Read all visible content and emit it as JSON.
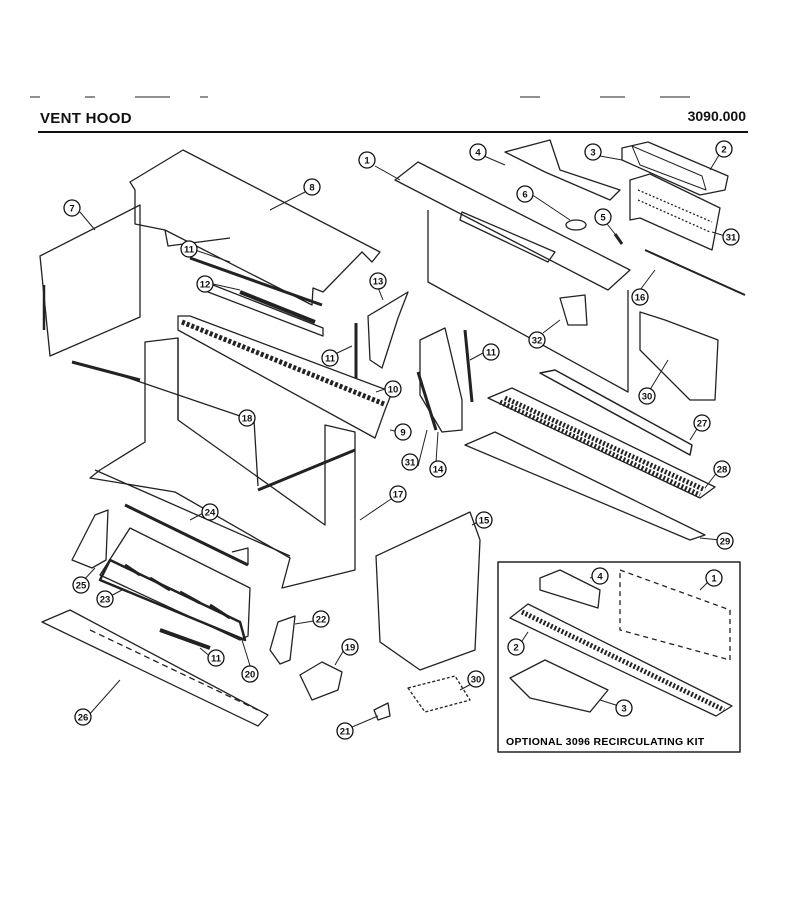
{
  "header": {
    "title": "VENT HOOD",
    "model": "3090.000"
  },
  "kit": {
    "label": "OPTIONAL 3096 RECIRCULATING KIT"
  },
  "callouts": [
    {
      "label": "7"
    },
    {
      "label": "8"
    },
    {
      "label": "1"
    },
    {
      "label": "4"
    },
    {
      "label": "3"
    },
    {
      "label": "2"
    },
    {
      "label": "6"
    },
    {
      "label": "5"
    },
    {
      "label": "31"
    },
    {
      "label": "11"
    },
    {
      "label": "12"
    },
    {
      "label": "13"
    },
    {
      "label": "16"
    },
    {
      "label": "11"
    },
    {
      "label": "11"
    },
    {
      "label": "32"
    },
    {
      "label": "30"
    },
    {
      "label": "10"
    },
    {
      "label": "9"
    },
    {
      "label": "27"
    },
    {
      "label": "18"
    },
    {
      "label": "31"
    },
    {
      "label": "14"
    },
    {
      "label": "28"
    },
    {
      "label": "17"
    },
    {
      "label": "29"
    },
    {
      "label": "24"
    },
    {
      "label": "15"
    },
    {
      "label": "25"
    },
    {
      "label": "22"
    },
    {
      "label": "23"
    },
    {
      "label": "11"
    },
    {
      "label": "20"
    },
    {
      "label": "19"
    },
    {
      "label": "26"
    },
    {
      "label": "21"
    },
    {
      "label": "30"
    },
    {
      "label": "4"
    },
    {
      "label": "1"
    },
    {
      "label": "2"
    },
    {
      "label": "3"
    }
  ]
}
